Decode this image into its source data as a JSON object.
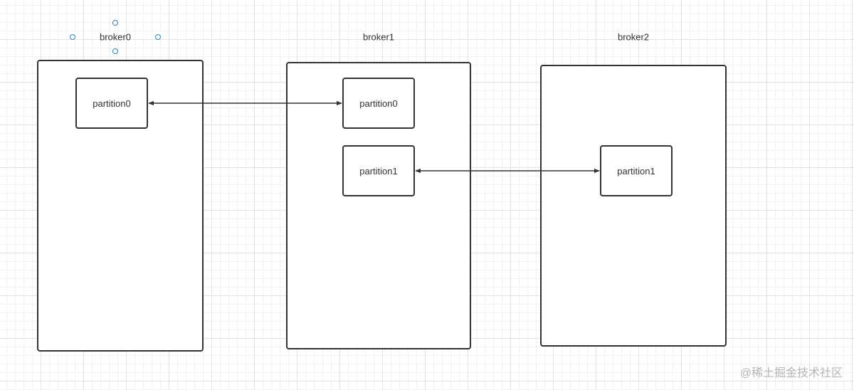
{
  "diagram": {
    "brokers": [
      {
        "label": "broker0"
      },
      {
        "label": "broker1"
      },
      {
        "label": "broker2"
      }
    ],
    "partitions": [
      {
        "label": "partition0",
        "broker": "broker0"
      },
      {
        "label": "partition0",
        "broker": "broker1"
      },
      {
        "label": "partition1",
        "broker": "broker1"
      },
      {
        "label": "partition1",
        "broker": "broker2"
      }
    ],
    "connections": [
      {
        "from": "broker0/partition0",
        "to": "broker1/partition0",
        "arrows": "both"
      },
      {
        "from": "broker1/partition1",
        "to": "broker2/partition1",
        "arrows": "both"
      }
    ],
    "selected": "broker0",
    "colors": {
      "stroke": "#333333",
      "selection_handle": "#2f86c4",
      "grid": "#e2e2e2",
      "watermark": "#b5b5b5"
    }
  },
  "watermark": {
    "text": "@稀土掘金技术社区"
  }
}
